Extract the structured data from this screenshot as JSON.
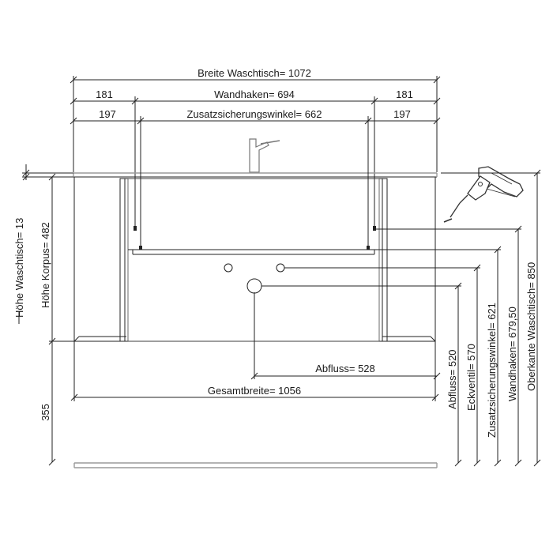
{
  "horizontal_dimensions": {
    "breite_waschtisch": "Breite Waschtisch= 1072",
    "wandhaken_left": "181",
    "wandhaken": "Wandhaken=  694",
    "wandhaken_right": "181",
    "zusatz_left": "197",
    "zusatzsicherungswinkel": "Zusatzsicherungswinkel=  662",
    "zusatz_right": "197",
    "abfluss": "Abfluss= 528",
    "gesamtbreite": "Gesamtbreite= 1056"
  },
  "vertical_dimensions": {
    "hoehe_waschtisch": "Höhe Waschtisch= 13",
    "hoehe_korpus": "Höhe Korpus= 482",
    "floor_gap": "355",
    "abfluss": "Abfluss= 520",
    "eckventil": "Eckventil= 570",
    "zusatzsicherungswinkel": "Zusatzsicherungswinkel= 621",
    "wandhaken": "Wandhaken= 679,50",
    "oberkante_waschtisch": "Oberkante Waschtisch= 850"
  },
  "icons": [
    "faucet-icon",
    "drill-icon"
  ]
}
